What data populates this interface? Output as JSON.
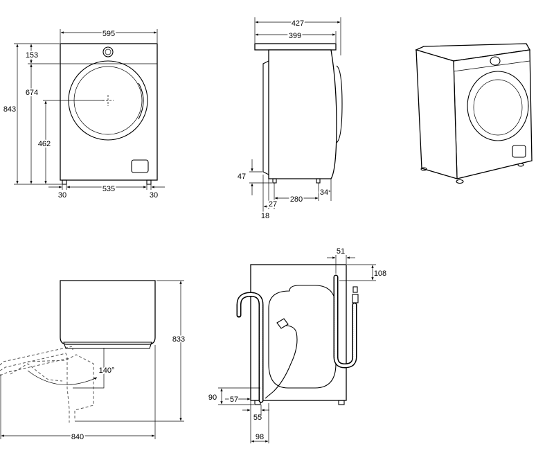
{
  "front_view": {
    "width": "595",
    "top_panel": "153",
    "door_top": "674",
    "total_height": "843",
    "door_center": "462",
    "foot_left": "30",
    "foot_span": "535",
    "foot_right": "30"
  },
  "side_view": {
    "depth_total": "427",
    "depth_body": "399",
    "foot_height": "47",
    "foot_offset_a": "27",
    "foot_span": "280",
    "foot_offset_b": "34",
    "foot_offset_c": "18"
  },
  "door_view": {
    "height": "833",
    "door_angle": "140°",
    "depth_with_door_open": "840"
  },
  "rear_view": {
    "hose_offset": "51",
    "hose_top": "108",
    "drain_height": "90",
    "drain_a": "57",
    "drain_b": "55",
    "drain_c": "98"
  }
}
